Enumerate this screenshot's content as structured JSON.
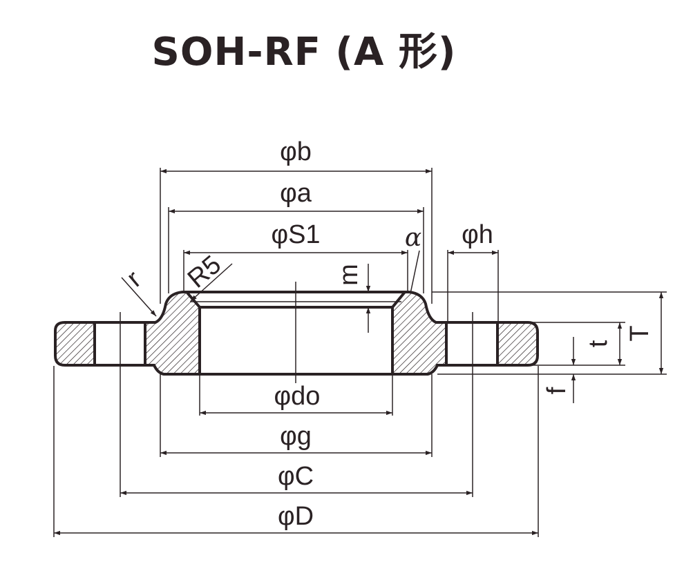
{
  "title": "SOH-RF (A 形)",
  "labels": {
    "phi_b": "φb",
    "phi_a": "φa",
    "phi_s1": "φS1",
    "alpha": "α",
    "phi_h": "φh",
    "r": "r",
    "r5": "R5",
    "m": "m",
    "T": "T",
    "t": "t",
    "f": "f",
    "phi_do": "φdo",
    "phi_g": "φg",
    "phi_C": "φC",
    "phi_D": "φD"
  },
  "colors": {
    "ink": "#2a2224",
    "background": "#ffffff"
  }
}
